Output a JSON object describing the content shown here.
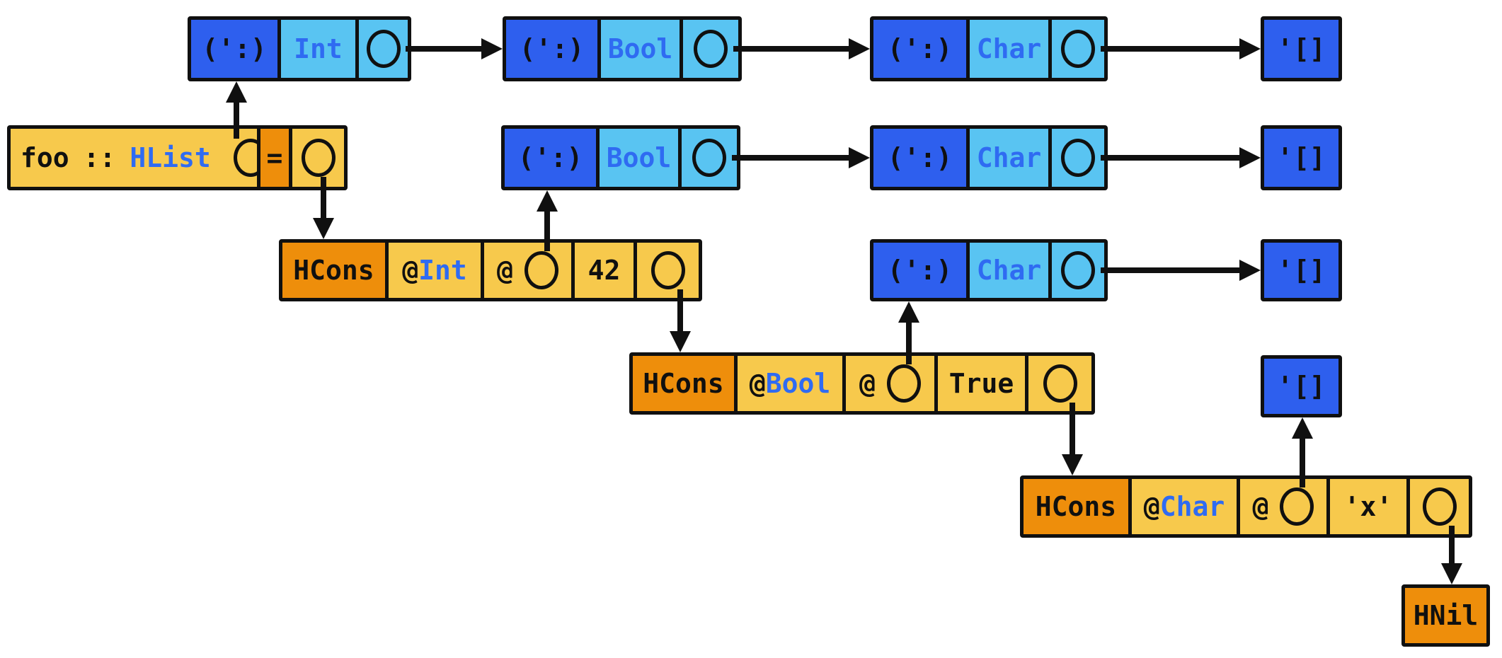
{
  "palette": {
    "darkblue": "#2E5FEE",
    "lightblue": "#59C4F2",
    "yellow": "#F7C94C",
    "orange": "#EE8E0B",
    "textblue": "#2F6BF2",
    "ink": "#101010"
  },
  "type_lists": [
    {
      "cells": [
        {
          "tag": "(':)",
          "ty": "Int"
        },
        {
          "tag": "(':)",
          "ty": "Bool"
        },
        {
          "tag": "(':)",
          "ty": "Char"
        }
      ],
      "nil": "'[]"
    },
    {
      "cells": [
        {
          "tag": "(':)",
          "ty": "Bool"
        },
        {
          "tag": "(':)",
          "ty": "Char"
        }
      ],
      "nil": "'[]"
    },
    {
      "cells": [
        {
          "tag": "(':)",
          "ty": "Char"
        }
      ],
      "nil": "'[]"
    },
    {
      "cells": [],
      "nil": "'[]"
    }
  ],
  "binding": {
    "name": "foo",
    "dcolon": "::",
    "hlist": "HList",
    "equals": "="
  },
  "hcons": [
    {
      "ctor": "HCons",
      "at": "@",
      "ty": "Int",
      "app_at": "@",
      "value": "42"
    },
    {
      "ctor": "HCons",
      "at": "@",
      "ty": "Bool",
      "app_at": "@",
      "value": "True"
    },
    {
      "ctor": "HCons",
      "at": "@",
      "ty": "Char",
      "app_at": "@",
      "value": "'x'"
    }
  ],
  "hnil": {
    "label": "HNil"
  }
}
